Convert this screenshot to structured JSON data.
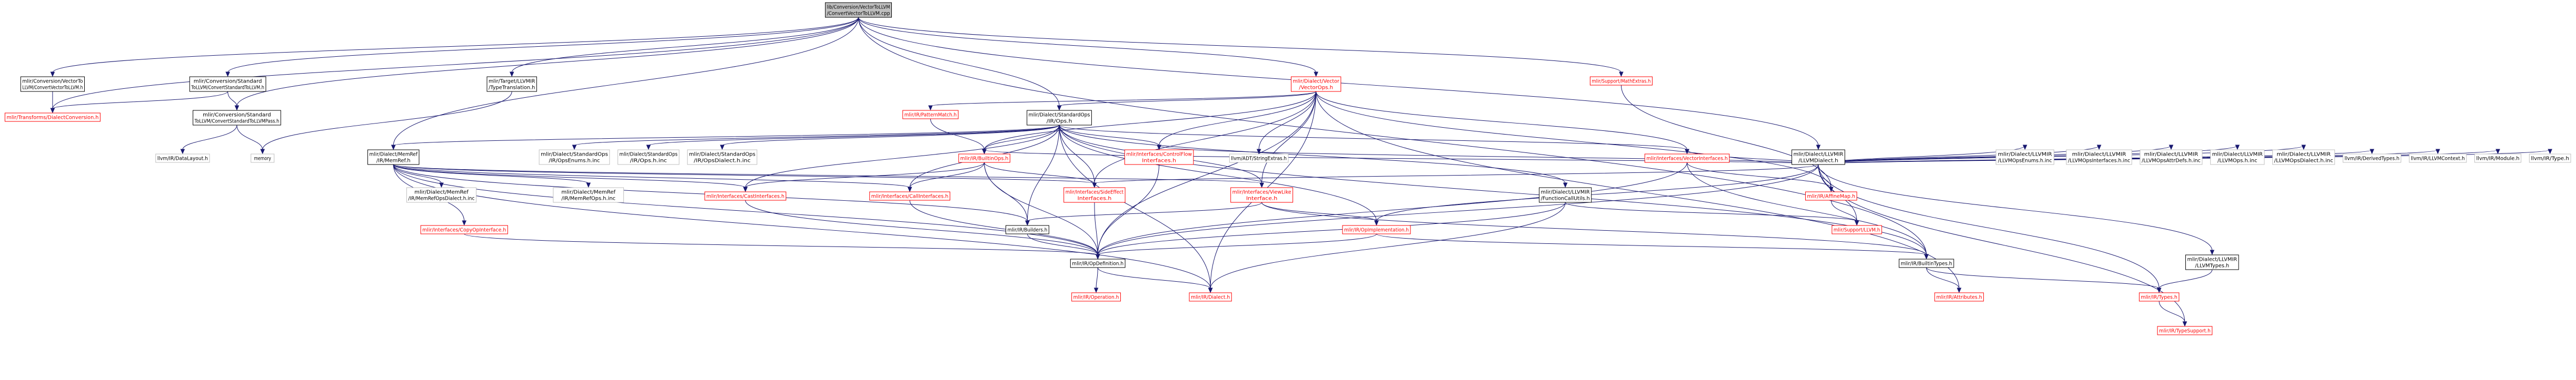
{
  "colors": {
    "edge": "#191970",
    "root_fill": "#bfbfbf",
    "node_border_black": "#000000",
    "node_border_red": "#ff0000",
    "node_border_gray": "#bfbfbf",
    "text_black": "#000000",
    "text_red": "#ff0000"
  },
  "nodes": {
    "root": {
      "lines": [
        "lib/Conversion/VectorToLLVM",
        "/ConvertVectorToLLVM.cpp"
      ],
      "style": "root"
    },
    "vtollvm_h": {
      "lines": [
        "mlir/Conversion/VectorTo",
        "LLVM/ConvertVectorToLLVM.h"
      ],
      "style": "black"
    },
    "stdtollvm_h": {
      "lines": [
        "mlir/Conversion/Standard",
        "ToLLVM/ConvertStandardToLLVM.h"
      ],
      "style": "black"
    },
    "dialconv": {
      "lines": [
        "mlir/Transforms/DialectConversion.h"
      ],
      "style": "red"
    },
    "stdtollvmpass": {
      "lines": [
        "mlir/Conversion/Standard",
        "ToLLVM/ConvertStandardToLLVMPass.h"
      ],
      "style": "black"
    },
    "datalayout": {
      "lines": [
        "llvm/IR/DataLayout.h"
      ],
      "style": "gray"
    },
    "memory": {
      "lines": [
        "memory"
      ],
      "style": "gray"
    },
    "typetrans": {
      "lines": [
        "mlir/Target/LLVMIR",
        "/TypeTranslation.h"
      ],
      "style": "black"
    },
    "vectorops": {
      "lines": [
        "mlir/Dialect/Vector",
        "/VectorOps.h"
      ],
      "style": "red"
    },
    "patternmatch": {
      "lines": [
        "mlir/IR/PatternMatch.h"
      ],
      "style": "red"
    },
    "stdops": {
      "lines": [
        "mlir/Dialect/StandardOps",
        "/IR/Ops.h"
      ],
      "style": "black"
    },
    "stringextras": {
      "lines": [
        "llvm/ADT/StringExtras.h"
      ],
      "style": "gray"
    },
    "mathextras": {
      "lines": [
        "mlir/Support/MathExtras.h"
      ],
      "style": "red"
    },
    "llvmdialect": {
      "lines": [
        "mlir/Dialect/LLVMIR",
        "/LLVMDialect.h"
      ],
      "style": "black"
    },
    "memref": {
      "lines": [
        "mlir/Dialect/MemRef",
        "/IR/MemRef.h"
      ],
      "style": "black"
    },
    "stdopsenums": {
      "lines": [
        "mlir/Dialect/StandardOps",
        "/IR/OpsEnums.h.inc"
      ],
      "style": "gray"
    },
    "stdopsinc": {
      "lines": [
        "mlir/Dialect/StandardOps",
        "/IR/Ops.h.inc"
      ],
      "style": "gray"
    },
    "stdopsdialect": {
      "lines": [
        "mlir/Dialect/StandardOps",
        "/IR/OpsDialect.h.inc"
      ],
      "style": "gray"
    },
    "builtinops": {
      "lines": [
        "mlir/IR/BuiltinOps.h"
      ],
      "style": "red"
    },
    "controlflow": {
      "lines": [
        "mlir/Interfaces/ControlFlow",
        "Interfaces.h"
      ],
      "style": "red"
    },
    "vectorinterfaces": {
      "lines": [
        "mlir/Interfaces/VectorInterfaces.h"
      ],
      "style": "red"
    },
    "funccallutils": {
      "lines": [
        "mlir/Dialect/LLVMIR",
        "/FunctionCallUtils.h"
      ],
      "style": "black"
    },
    "llvmopsenums": {
      "lines": [
        "mlir/Dialect/LLVMIR",
        "/LLVMOpsEnums.h.inc"
      ],
      "style": "gray"
    },
    "llvmopinterfaces": {
      "lines": [
        "mlir/Dialect/LLVMIR",
        "/LLVMOpsInterfaces.h.inc"
      ],
      "style": "gray"
    },
    "llvmopsattr": {
      "lines": [
        "mlir/Dialect/LLVMIR",
        "/LLVMOpsAttrDefs.h.inc"
      ],
      "style": "gray"
    },
    "llvmopsinc": {
      "lines": [
        "mlir/Dialect/LLVMIR",
        "/LLVMOps.h.inc"
      ],
      "style": "gray"
    },
    "llvmopsdialect": {
      "lines": [
        "mlir/Dialect/LLVMIR",
        "/LLVMOpsDialect.h.inc"
      ],
      "style": "gray"
    },
    "derivedtypes": {
      "lines": [
        "llvm/IR/DerivedTypes.h"
      ],
      "style": "gray"
    },
    "llvmcontext": {
      "lines": [
        "llvm/IR/LLVMContext.h"
      ],
      "style": "gray"
    },
    "module": {
      "lines": [
        "llvm/IR/Module.h"
      ],
      "style": "gray"
    },
    "type": {
      "lines": [
        "llvm/IR/Type.h"
      ],
      "style": "gray"
    },
    "memrefopsdialect": {
      "lines": [
        "mlir/Dialect/MemRef",
        "/IR/MemRefOpsDialect.h.inc"
      ],
      "style": "gray"
    },
    "memrefops": {
      "lines": [
        "mlir/Dialect/MemRef",
        "/IR/MemRefOps.h.inc"
      ],
      "style": "gray"
    },
    "castinterfaces": {
      "lines": [
        "mlir/Interfaces/CastInterfaces.h"
      ],
      "style": "red"
    },
    "callinterfaces": {
      "lines": [
        "mlir/Interfaces/CallInterfaces.h"
      ],
      "style": "red"
    },
    "sideeffect": {
      "lines": [
        "mlir/Interfaces/SideEffect",
        "Interfaces.h"
      ],
      "style": "red"
    },
    "viewlike": {
      "lines": [
        "mlir/Interfaces/ViewLike",
        "Interface.h"
      ],
      "style": "red"
    },
    "affinemap": {
      "lines": [
        "mlir/IR/AffineMap.h"
      ],
      "style": "red"
    },
    "copyop": {
      "lines": [
        "mlir/Interfaces/CopyOpInterface.h"
      ],
      "style": "red"
    },
    "builders": {
      "lines": [
        "mlir/IR/Builders.h"
      ],
      "style": "black"
    },
    "opimpl": {
      "lines": [
        "mlir/IR/OpImplementation.h"
      ],
      "style": "red"
    },
    "supportllvm": {
      "lines": [
        "mlir/Support/LLVM.h"
      ],
      "style": "red"
    },
    "opdef": {
      "lines": [
        "mlir/IR/OpDefinition.h"
      ],
      "style": "black"
    },
    "builtintypes": {
      "lines": [
        "mlir/IR/BuiltinTypes.h"
      ],
      "style": "black"
    },
    "llvmtypes": {
      "lines": [
        "mlir/Dialect/LLVMIR",
        "/LLVMTypes.h"
      ],
      "style": "black"
    },
    "operation": {
      "lines": [
        "mlir/IR/Operation.h"
      ],
      "style": "red"
    },
    "dialect": {
      "lines": [
        "mlir/IR/Dialect.h"
      ],
      "style": "red"
    },
    "attributes": {
      "lines": [
        "mlir/IR/Attributes.h"
      ],
      "style": "red"
    },
    "types": {
      "lines": [
        "mlir/IR/Types.h"
      ],
      "style": "red"
    },
    "typesupport": {
      "lines": [
        "mlir/IR/TypeSupport.h"
      ],
      "style": "red"
    }
  },
  "edges": [
    [
      "root",
      "vtollvm_h"
    ],
    [
      "root",
      "stdtollvm_h"
    ],
    [
      "root",
      "dialconv"
    ],
    [
      "root",
      "stdtollvmpass"
    ],
    [
      "root",
      "typetrans"
    ],
    [
      "root",
      "vectorops"
    ],
    [
      "root",
      "mathextras"
    ],
    [
      "root",
      "llvmdialect"
    ],
    [
      "root",
      "memref"
    ],
    [
      "root",
      "stdops"
    ],
    [
      "root",
      "builtintypes"
    ],
    [
      "vtollvm_h",
      "dialconv"
    ],
    [
      "stdtollvm_h",
      "dialconv"
    ],
    [
      "stdtollvm_h",
      "stdtollvmpass"
    ],
    [
      "stdtollvmpass",
      "datalayout"
    ],
    [
      "stdtollvmpass",
      "memory"
    ],
    [
      "typetrans",
      "memory"
    ],
    [
      "vectorops",
      "patternmatch"
    ],
    [
      "vectorops",
      "stdops"
    ],
    [
      "vectorops",
      "stringextras"
    ],
    [
      "vectorops",
      "builtinops"
    ],
    [
      "vectorops",
      "controlflow"
    ],
    [
      "vectorops",
      "vectorinterfaces"
    ],
    [
      "vectorops",
      "sideeffect"
    ],
    [
      "vectorops",
      "viewlike"
    ],
    [
      "vectorops",
      "opdef"
    ],
    [
      "vectorops",
      "dialect"
    ],
    [
      "vectorops",
      "attributes"
    ],
    [
      "vectorops",
      "affinemap"
    ],
    [
      "patternmatch",
      "builtinops"
    ],
    [
      "stdops",
      "memref"
    ],
    [
      "stdops",
      "stdopsenums"
    ],
    [
      "stdops",
      "stdopsinc"
    ],
    [
      "stdops",
      "stdopsdialect"
    ],
    [
      "stdops",
      "builtinops"
    ],
    [
      "stdops",
      "controlflow"
    ],
    [
      "stdops",
      "vectorinterfaces"
    ],
    [
      "stdops",
      "sideeffect"
    ],
    [
      "stdops",
      "viewlike"
    ],
    [
      "stdops",
      "castinterfaces"
    ],
    [
      "stdops",
      "callinterfaces"
    ],
    [
      "stdops",
      "builders"
    ],
    [
      "stdops",
      "opimpl"
    ],
    [
      "stdops",
      "builtintypes"
    ],
    [
      "stdops",
      "dialect"
    ],
    [
      "stdops",
      "funccallutils"
    ],
    [
      "mathextras",
      "affinemap"
    ],
    [
      "llvmdialect",
      "llvmopsenums"
    ],
    [
      "llvmdialect",
      "llvmopinterfaces"
    ],
    [
      "llvmdialect",
      "llvmopsattr"
    ],
    [
      "llvmdialect",
      "llvmopsinc"
    ],
    [
      "llvmdialect",
      "llvmopsdialect"
    ],
    [
      "llvmdialect",
      "derivedtypes"
    ],
    [
      "llvmdialect",
      "llvmcontext"
    ],
    [
      "llvmdialect",
      "module"
    ],
    [
      "llvmdialect",
      "type"
    ],
    [
      "llvmdialect",
      "llvmtypes"
    ],
    [
      "llvmdialect",
      "builtinops"
    ],
    [
      "llvmdialect",
      "controlflow"
    ],
    [
      "llvmdialect",
      "sideeffect"
    ],
    [
      "llvmdialect",
      "vectorinterfaces"
    ],
    [
      "llvmdialect",
      "opimpl"
    ],
    [
      "llvmdialect",
      "opdef"
    ],
    [
      "llvmdialect",
      "types"
    ],
    [
      "llvmdialect",
      "typesupport"
    ],
    [
      "llvmdialect",
      "supportllvm"
    ],
    [
      "memref",
      "memrefopsdialect"
    ],
    [
      "memref",
      "memrefops"
    ],
    [
      "memref",
      "castinterfaces"
    ],
    [
      "memref",
      "callinterfaces"
    ],
    [
      "memref",
      "sideeffect"
    ],
    [
      "memref",
      "viewlike"
    ],
    [
      "memref",
      "copyop"
    ],
    [
      "memref",
      "builders"
    ],
    [
      "memref",
      "opdef"
    ],
    [
      "memref",
      "dialect"
    ],
    [
      "builtinops",
      "castinterfaces"
    ],
    [
      "builtinops",
      "callinterfaces"
    ],
    [
      "builtinops",
      "sideeffect"
    ],
    [
      "builtinops",
      "builders"
    ],
    [
      "builtinops",
      "opdef"
    ],
    [
      "controlflow",
      "opdef"
    ],
    [
      "vectorinterfaces",
      "affinemap"
    ],
    [
      "vectorinterfaces",
      "opdef"
    ],
    [
      "vectorinterfaces",
      "builtintypes"
    ],
    [
      "funccallutils",
      "supportllvm"
    ],
    [
      "funccallutils",
      "opdef"
    ],
    [
      "funccallutils",
      "dialect"
    ],
    [
      "castinterfaces",
      "opdef"
    ],
    [
      "callinterfaces",
      "opdef"
    ],
    [
      "sideeffect",
      "opdef"
    ],
    [
      "viewlike",
      "builders"
    ],
    [
      "viewlike",
      "opimpl"
    ],
    [
      "viewlike",
      "builtintypes"
    ],
    [
      "affinemap",
      "supportllvm"
    ],
    [
      "copyop",
      "opdef"
    ],
    [
      "builders",
      "opdef"
    ],
    [
      "opimpl",
      "opdef"
    ],
    [
      "opimpl",
      "builtintypes"
    ],
    [
      "opdef",
      "operation"
    ],
    [
      "opdef",
      "dialect"
    ],
    [
      "builtintypes",
      "attributes"
    ],
    [
      "builtintypes",
      "types"
    ],
    [
      "llvmtypes",
      "types"
    ],
    [
      "types",
      "typesupport"
    ]
  ]
}
